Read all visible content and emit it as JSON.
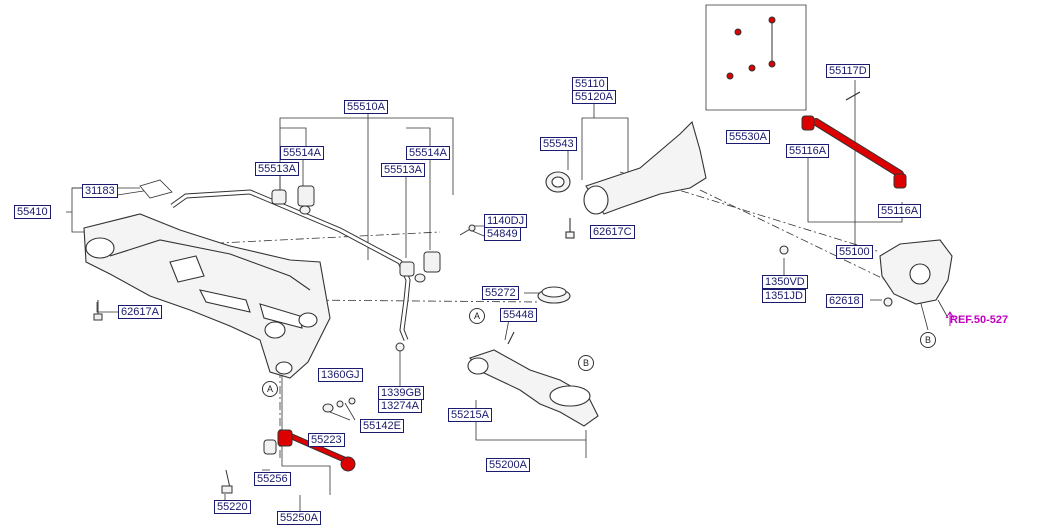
{
  "parts": {
    "p31183": "31183",
    "p55410": "55410",
    "p62617A": "62617A",
    "p55510A": "55510A",
    "p55514A_left": "55514A",
    "p55513A_left": "55513A",
    "p55514A_right": "55514A",
    "p55513A_right": "55513A",
    "p1140DJ": "1140DJ",
    "p54849": "54849",
    "p1360GJ": "1360GJ",
    "p1339GB": "1339GB",
    "p13274A": "13274A",
    "p55142E": "55142E",
    "p55223": "55223",
    "p55256": "55256",
    "p55220": "55220",
    "p55250A": "55250A",
    "p55272": "55272",
    "p55448": "55448",
    "p55215A": "55215A",
    "p55200A": "55200A",
    "p55110": "55110",
    "p55120A": "55120A",
    "p55543": "55543",
    "p62617C": "62617C",
    "p55530A": "55530A",
    "p55117D": "55117D",
    "p55116A_top": "55116A",
    "p55116A_bottom": "55116A",
    "p55100": "55100",
    "p1350VD": "1350VD",
    "p1351JD": "1351JD",
    "p62618": "62618"
  },
  "reference": "REF.50-527",
  "markers": {
    "a_frame": "A",
    "a_arm": "A",
    "b_arm": "B",
    "b_knuckle": "B"
  },
  "colors": {
    "line": "#333333",
    "label": "#1a1a6e",
    "highlight": "#dd0000",
    "reference": "#c000c0"
  }
}
